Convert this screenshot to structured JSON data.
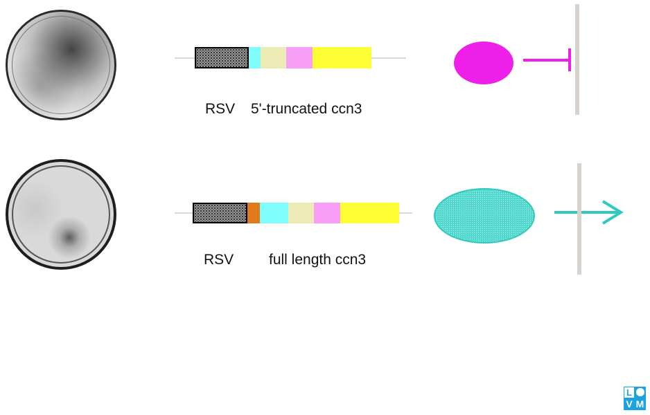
{
  "rows": [
    {
      "promoter_label": "RSV",
      "construct_label": "5'-truncated ccn3",
      "effect": "inhibition"
    },
    {
      "promoter_label": "RSV",
      "construct_label": "full length ccn3",
      "effect": "stimulation"
    }
  ],
  "colors": {
    "cyan": "#7ffcfc",
    "khaki": "#eceab5",
    "pink": "#f89ef7",
    "yellow": "#fefe34",
    "orange": "#e07a1c",
    "magenta": "#ee1fe8",
    "teal": "#30c9c0",
    "membrane": "#d8d2cf"
  },
  "logo": {
    "top_left": "L",
    "bottom_left": "V",
    "bottom_right": "M",
    "color": "#1aa3e0"
  }
}
